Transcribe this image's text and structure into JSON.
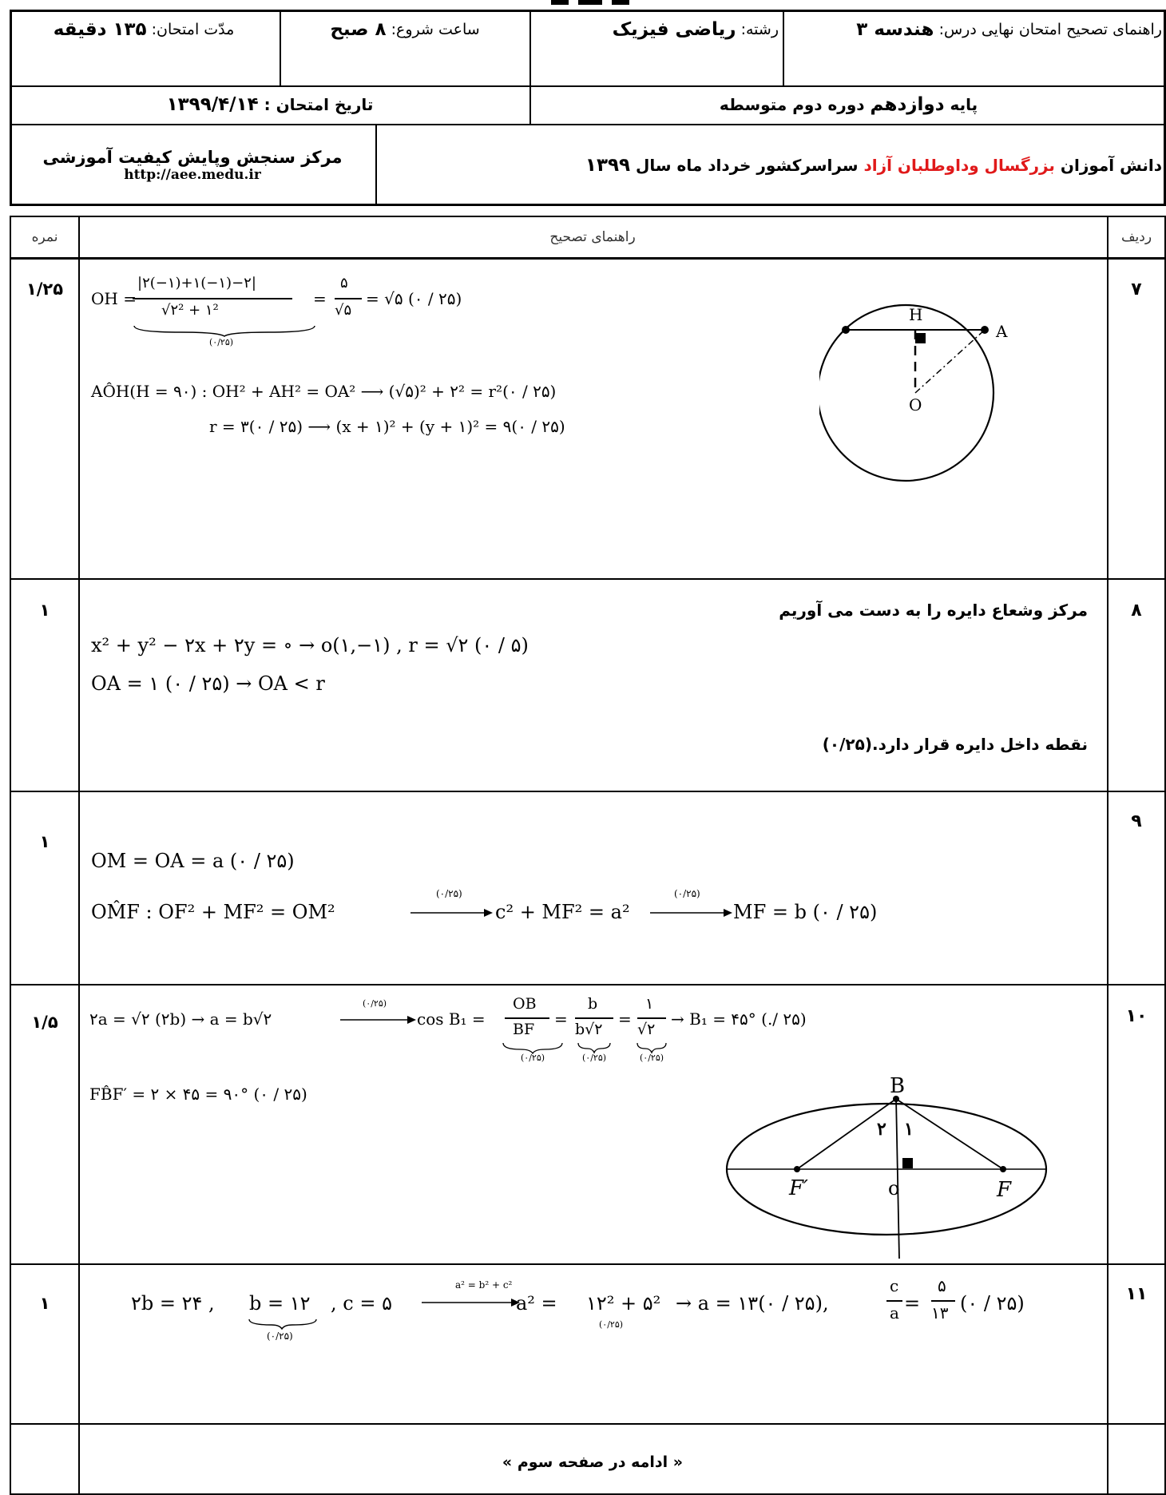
{
  "header": {
    "course_label": "راهنمای تصحیح امتحان نهایی درس:",
    "course_value": "هندسه ۳",
    "field_label": "رشته:",
    "field_value": "ریاضی فیزیک",
    "start_label": "ساعت شروع:",
    "start_value": "۸ صبح",
    "duration_label": "مدّت امتحان:",
    "duration_value": "۱۳۵ دقیقه",
    "grade_prefix": "پایه",
    "grade_value": "دوازدهم",
    "grade_suffix": "دوره دوم متوسطه",
    "date_label": "تاریخ امتحان :",
    "date_value": "۱۳۹۹/۴/۱۴",
    "students_prefix": "دانش آموزان",
    "students_red": "بزرگسال وداوطلبان آزاد",
    "students_mid": "سراسرکشور",
    "students_month": "خرداد ماه",
    "students_year_label": "سال",
    "students_year": "۱۳۹۹",
    "center_name": "مرکز سنجش وپایش کیفیت آموزشی",
    "center_url": "http://aee.medu.ir"
  },
  "table": {
    "col_row": "ردیف",
    "col_guide": "راهنمای تصحیح",
    "col_score": "نمره"
  },
  "rows": [
    {
      "num": "۷",
      "score": "۱/۲۵",
      "lines": [
        "OH = ",
        "|۲(−۱)+۱(−۱)−۲|",
        "√۲² + ۱²",
        "(۰/۲۵)",
        "= ",
        "۵",
        "√۵",
        "= √۵  (۰ / ۲۵)",
        "AÔH(H = ۹۰) : OH² + AH² = OA² ⟶ (√۵)² + ۲² = r²(۰ / ۲۵)",
        "r = ۳(۰ / ۲۵) ⟶ (x + ۱)² + (y + ۱)² = ۹(۰ / ۲۵)"
      ],
      "fig": {
        "H": "H",
        "A": "A",
        "O": "O"
      }
    },
    {
      "num": "۸",
      "score": "۱",
      "text_top": "مرکز وشعاع دایره  را به دست می آوریم",
      "lines": [
        "x² + y² − ۲x + ۲y = ∘ → o(۱,−۱)   , r = √۲  (۰ / ۵)",
        "OA = ۱ (۰ / ۲۵)  → OA < r"
      ],
      "text_bottom": "نقطه داخل دایره قرار دارد.(۰/۲۵)"
    },
    {
      "num": "۹",
      "score": "۱",
      "lines": [
        "OM = OA = a  (۰ / ۲۵)",
        "OM̂F : OF² + MF² = OM² ",
        "(۰/۲۵)",
        " c² + MF² = a² ",
        "(۰/۲۵)",
        " MF = b (۰ / ۲۵)"
      ]
    },
    {
      "num": "۱۰",
      "score": "۱/۵",
      "lines": [
        "۲a = √۲ (۲b) → a = b√۲",
        "(۰/۲۵)",
        "cos B₁ =",
        "OB",
        "BF",
        "b",
        "b√۲",
        "۱",
        "√۲",
        "→ B₁ = ۴۵° (./ ۲۵)",
        "(۰/۲۵)",
        "FB̂F′ = ۲ × ۴۵ = ۹۰°   (۰ / ۲۵)"
      ],
      "fig": {
        "B": "B",
        "F1": "F′",
        "O": "o",
        "F": "F",
        "a2": "۲",
        "a1": "۱"
      }
    },
    {
      "num": "۱۱",
      "score": "۱",
      "lines": [
        "۲b = ۲۴    , ",
        "b = ۱۲",
        ", c = ۵  ",
        "a² = b² + c²",
        " a² = ",
        "۱۲² + ۵²",
        " → a = ۱۳(۰ / ۲۵), ",
        "c",
        "a",
        " = ",
        "۵",
        "۱۳",
        " (۰ / ۲۵)",
        "(۰/۲۵)"
      ]
    }
  ],
  "continuation": "« ادامه در صفحه  سوم »"
}
